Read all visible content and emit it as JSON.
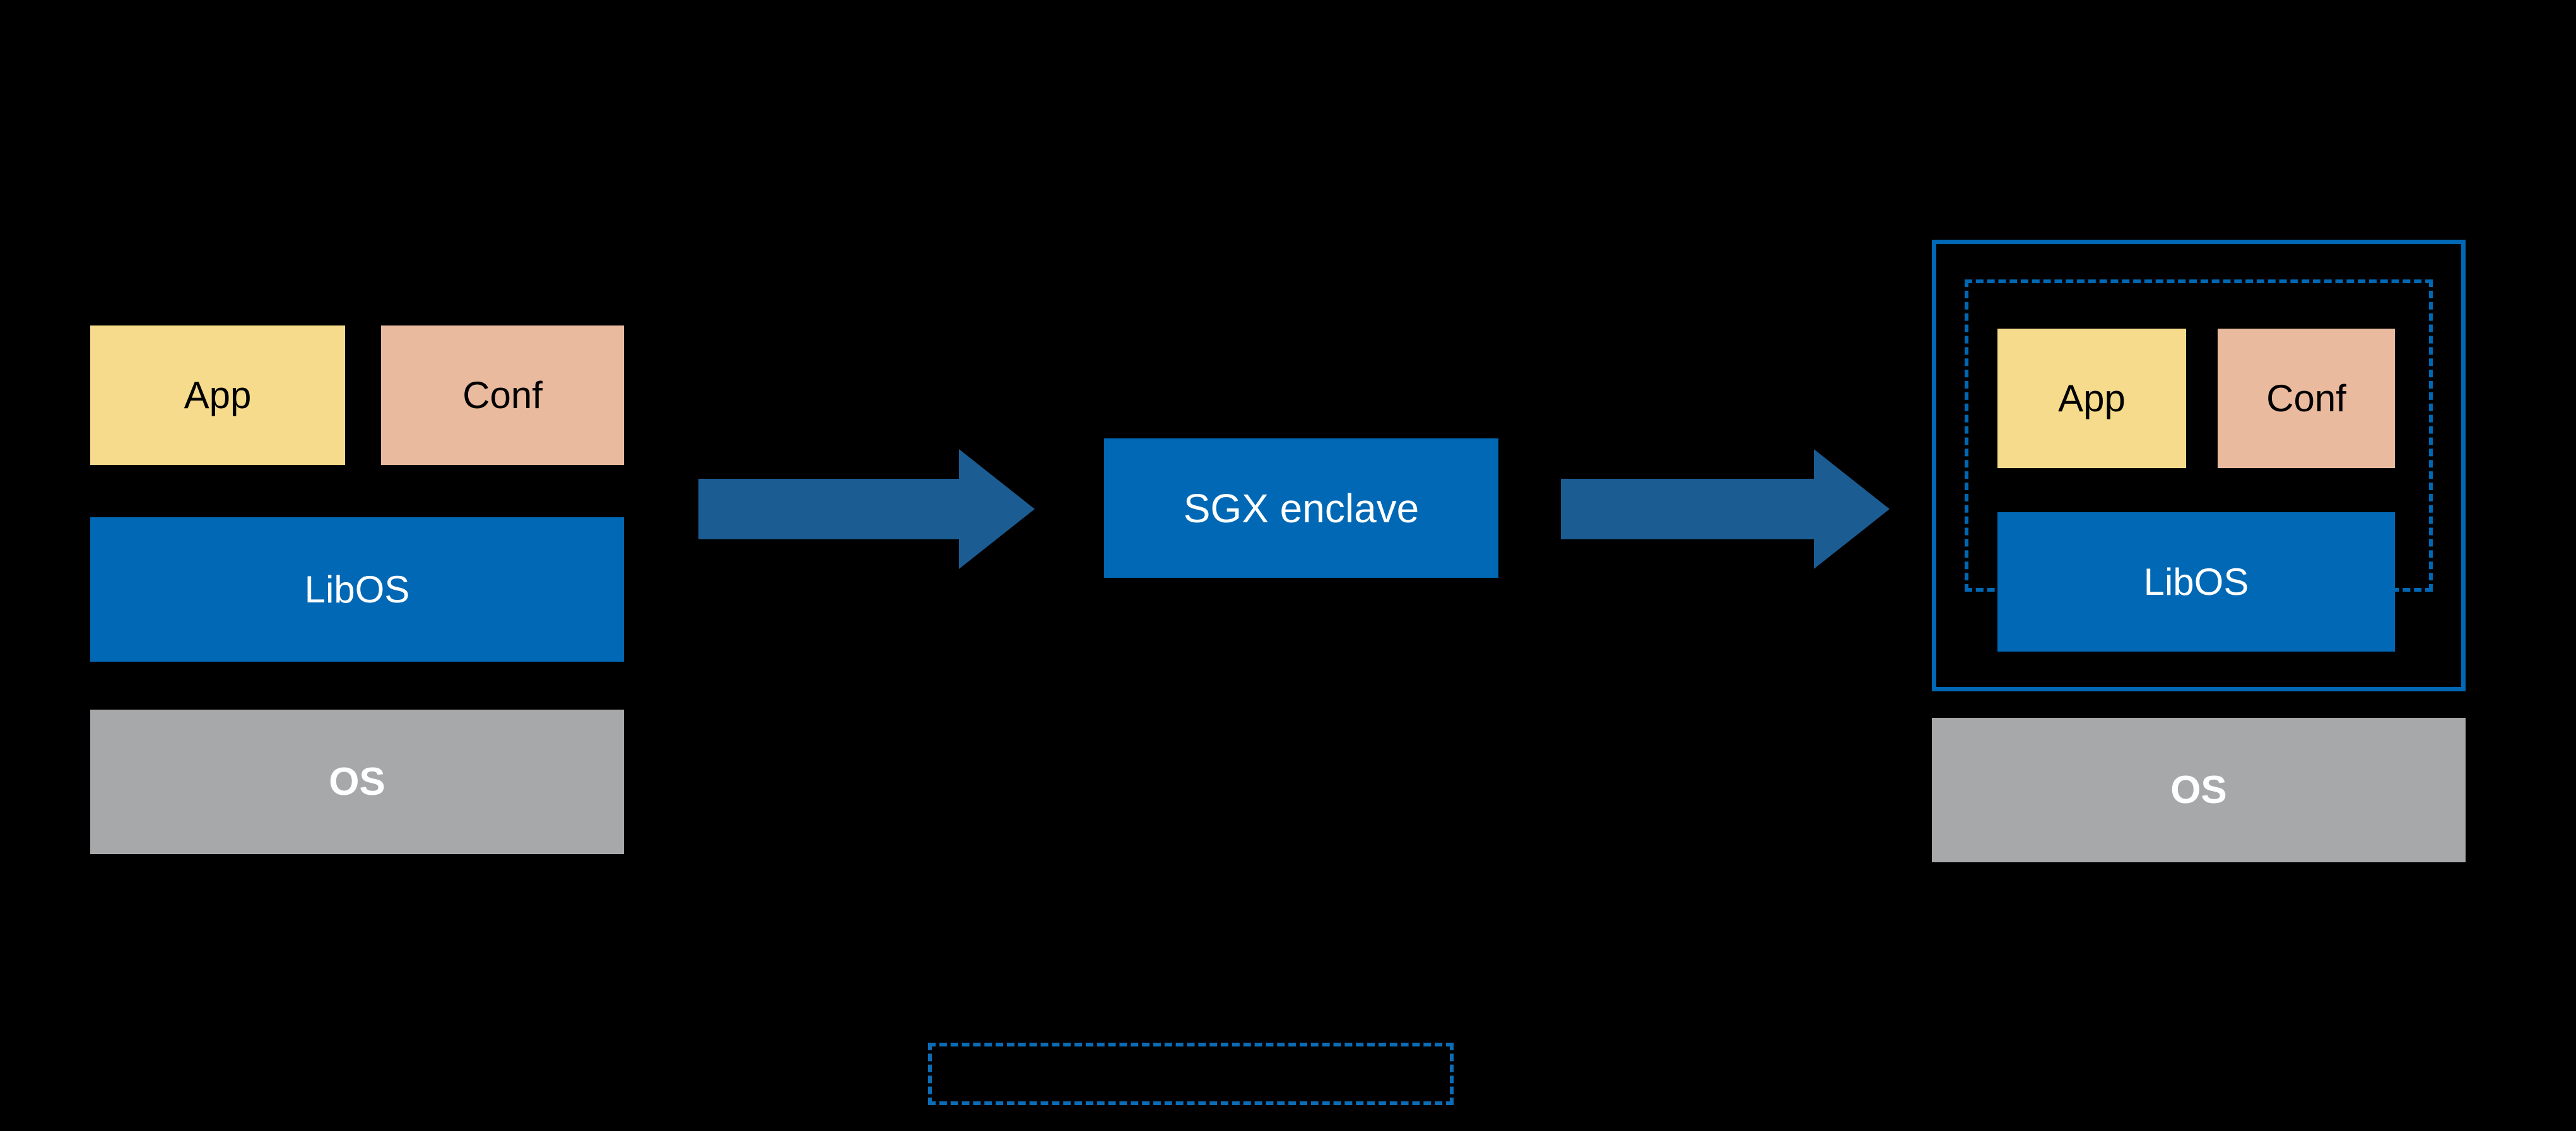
{
  "diagram": {
    "left_stack": {
      "app_label": "App",
      "conf_label": "Conf",
      "libos_label": "LibOS",
      "os_label": "OS"
    },
    "sgx_box": {
      "label": "SGX enclave"
    },
    "right_stack": {
      "app_label": "App",
      "conf_label": "Conf",
      "libos_label": "LibOS",
      "os_label": "OS"
    },
    "colors": {
      "background": "#000000",
      "app_fill": "#F5DB8B",
      "conf_fill": "#E9BA9E",
      "intel_blue": "#0068B5",
      "arrow_blue": "#1B5C93",
      "gray_fill": "#A7A8AA",
      "enclave_border_blue": "#0068B5",
      "legend_dashed_blue": "#0C6CB5",
      "dark_text": "#000000",
      "light_text": "#FFFFFF"
    }
  }
}
